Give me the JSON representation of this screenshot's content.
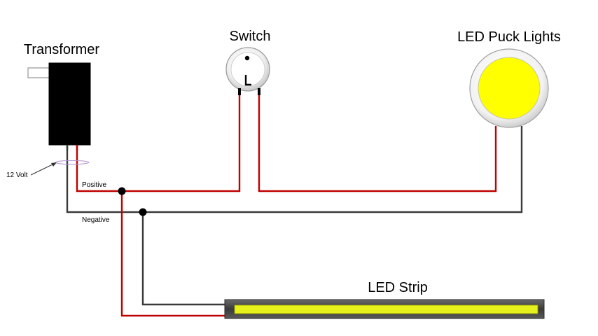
{
  "labels": {
    "transformer": "Transformer",
    "switch": "Switch",
    "led_puck_lights": "LED Puck Lights",
    "led_strip": "LED Strip",
    "voltage": "12 Volt",
    "positive": "Positive",
    "negative": "Negative"
  },
  "colors": {
    "positive_wire": "#c00000",
    "negative_wire": "#3a3a3a",
    "transformer_body": "#000000",
    "led_light": "#ffff00",
    "led_strip_fill": "#e6f01a"
  }
}
